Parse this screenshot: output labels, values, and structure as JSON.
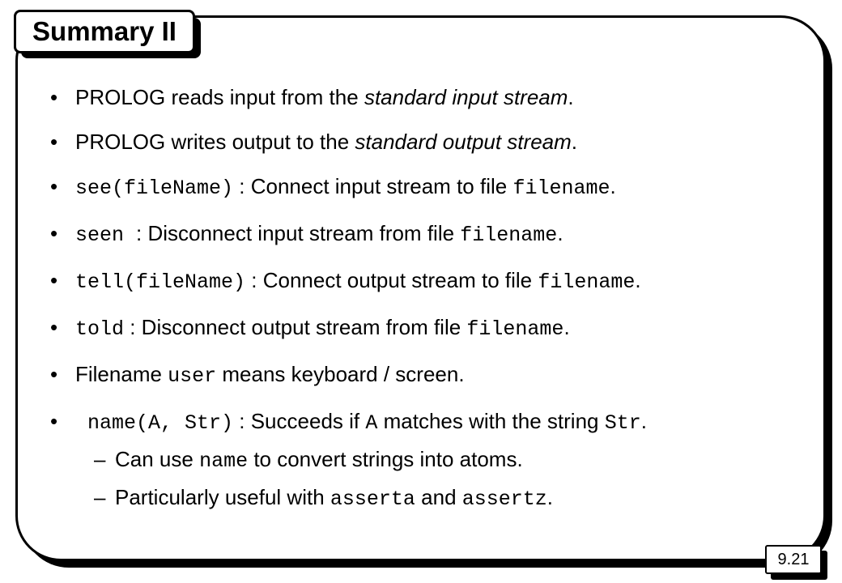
{
  "slide": {
    "title": "Summary II",
    "page_number": "9.21"
  },
  "bullets": [
    {
      "parts": [
        {
          "t": "PROLOG reads input from the "
        },
        {
          "t": "standard input stream",
          "i": true
        },
        {
          "t": "."
        }
      ]
    },
    {
      "parts": [
        {
          "t": "PROLOG writes output to the "
        },
        {
          "t": "standard output stream",
          "i": true
        },
        {
          "t": "."
        }
      ]
    },
    {
      "parts": [
        {
          "t": "see(fileName)",
          "m": true
        },
        {
          "t": " : Connect input stream to file "
        },
        {
          "t": "filename",
          "m": true
        },
        {
          "t": "."
        }
      ]
    },
    {
      "parts": [
        {
          "t": "seen ",
          "m": true
        },
        {
          "t": ": Disconnect input stream from file "
        },
        {
          "t": "filename",
          "m": true
        },
        {
          "t": "."
        }
      ]
    },
    {
      "parts": [
        {
          "t": "tell(fileName)",
          "m": true
        },
        {
          "t": " : Connect output stream to file "
        },
        {
          "t": "filename",
          "m": true
        },
        {
          "t": "."
        }
      ]
    },
    {
      "parts": [
        {
          "t": "told",
          "m": true
        },
        {
          "t": " : Disconnect output stream from file "
        },
        {
          "t": "filename",
          "m": true
        },
        {
          "t": "."
        }
      ]
    },
    {
      "parts": [
        {
          "t": "Filename "
        },
        {
          "t": "user",
          "m": true
        },
        {
          "t": " means keyboard / screen."
        }
      ]
    },
    {
      "parts": [
        {
          "t": " name(A, Str)",
          "m": true
        },
        {
          "t": " : Succeeds if "
        },
        {
          "t": "A",
          "m": true
        },
        {
          "t": " matches with the string "
        },
        {
          "t": "Str",
          "m": true
        },
        {
          "t": "."
        }
      ],
      "subs": [
        {
          "parts": [
            {
              "t": "Can use "
            },
            {
              "t": "name",
              "m": true
            },
            {
              "t": " to convert strings into atoms."
            }
          ]
        },
        {
          "parts": [
            {
              "t": "Particularly useful with "
            },
            {
              "t": "asserta",
              "m": true
            },
            {
              "t": " and "
            },
            {
              "t": "assertz",
              "m": true
            },
            {
              "t": "."
            }
          ]
        }
      ]
    }
  ]
}
